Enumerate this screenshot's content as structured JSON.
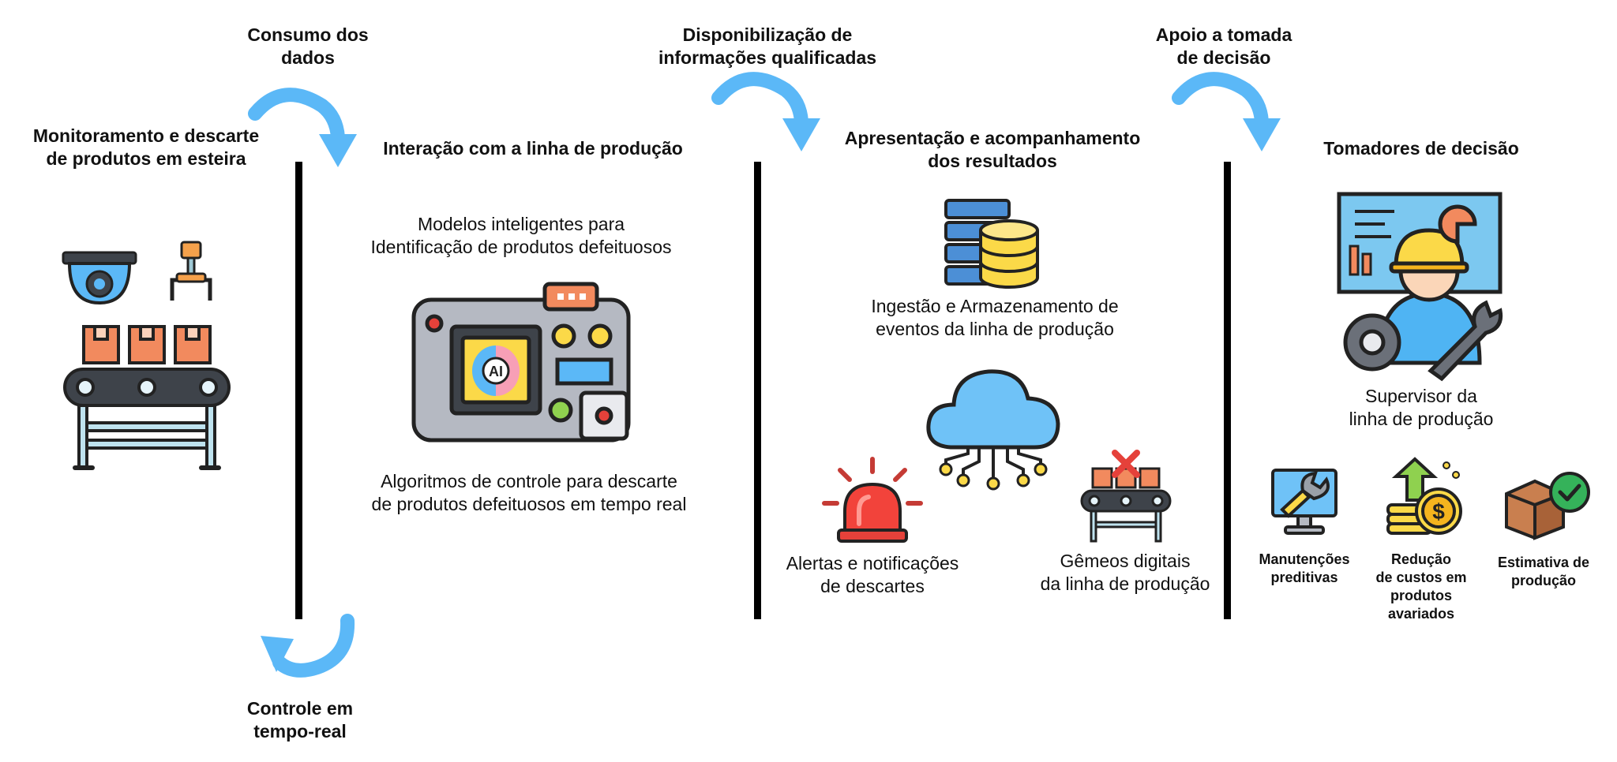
{
  "colors": {
    "arrow": "#5bb8f7",
    "divider": "#000000",
    "accent_orange": "#f28a5e",
    "accent_red": "#e5413a",
    "accent_blue": "#4fb4f3",
    "accent_yellow": "#fbd948",
    "dark": "#3e434a"
  },
  "flow_labels": {
    "consumo": "Consumo dos\ndados",
    "disponibilizacao": "Disponibilização de\ninformações qualificadas",
    "apoio": "Apoio a tomada\nde decisão",
    "controle": "Controle em\ntempo-real"
  },
  "col1": {
    "title": "Monitoramento e descarte\nde produtos em esteira",
    "icons": [
      "security-camera-icon",
      "robotic-arm-icon",
      "conveyor-belt-icon"
    ]
  },
  "col2": {
    "title": "Interação com a linha de produção",
    "models_text": "Modelos inteligentes para\nIdentificação de produtos defeituosos",
    "chip_label": "AI",
    "algorithms_text": "Algoritmos de controle para descarte\nde produtos defeituosos em tempo real"
  },
  "col3": {
    "title": "Apresentação e acompanhamento\ndos resultados",
    "ingestao_text": "Ingestão e Armazenamento de\neventos da linha de produção",
    "alertas_text": "Alertas e notificações\nde descartes",
    "gemeos_text": "Gêmeos digitais\nda linha de produção"
  },
  "col4": {
    "title": "Tomadores de decisão",
    "supervisor_text": "Supervisor da\nlinha de produção",
    "currency_symbol": "$",
    "benefits": [
      {
        "label": "Manutenções\npreditivas"
      },
      {
        "label": "Redução\nde custos em\nprodutos\navariados"
      },
      {
        "label": "Estimativa de\nprodução"
      }
    ]
  }
}
